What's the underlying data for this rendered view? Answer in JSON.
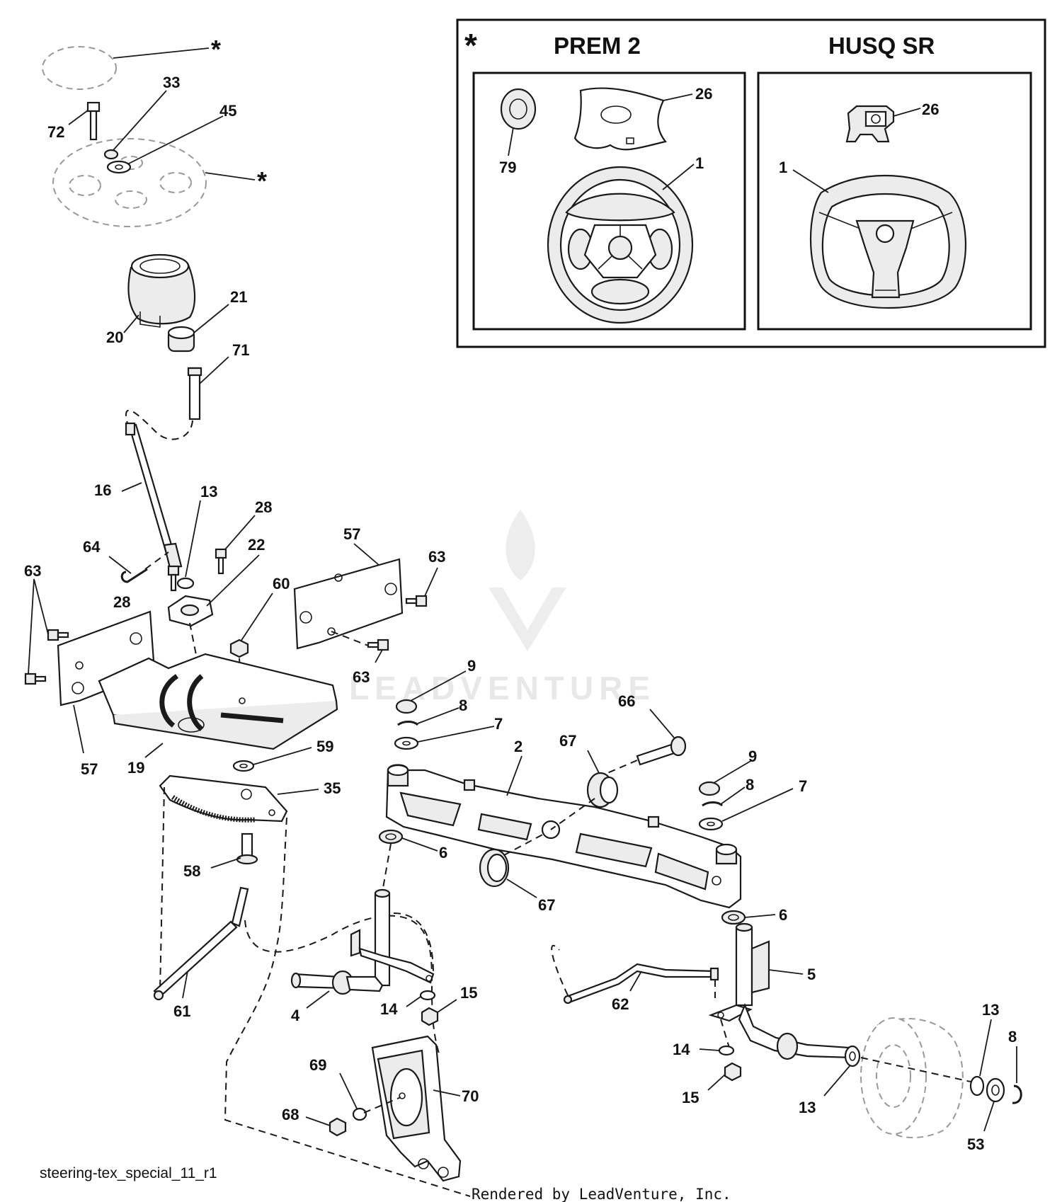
{
  "inset": {
    "marker": "*",
    "left_title": "PREM 2",
    "right_title": "HUSQ SR"
  },
  "labels": {
    "star_cap": "*",
    "star_wheel": "*",
    "l72": "72",
    "l33": "33",
    "l45": "45",
    "l20": "20",
    "l21": "21",
    "l71": "71",
    "l16": "16",
    "l13a": "13",
    "l28a": "28",
    "l22": "22",
    "l64": "64",
    "l28b": "28",
    "l60": "60",
    "l57a": "57",
    "l63a": "63",
    "l63b": "63",
    "l63c": "63",
    "l57b": "57",
    "l19": "19",
    "l59": "59",
    "l35": "35",
    "l58": "58",
    "l61": "61",
    "l9a": "9",
    "l8a": "8",
    "l7a": "7",
    "l2": "2",
    "l66": "66",
    "l67a": "67",
    "l9b": "9",
    "l8b": "8",
    "l7b": "7",
    "l6a": "6",
    "l67b": "67",
    "l6b": "6",
    "l5": "5",
    "l4": "4",
    "l14a": "14",
    "l15a": "15",
    "l62": "62",
    "l13b": "13",
    "l8c": "8",
    "l14b": "14",
    "l15b": "15",
    "l13c": "13",
    "l53": "53",
    "l69": "69",
    "l70": "70",
    "l68": "68",
    "i79": "79",
    "i26a": "26",
    "i1a": "1",
    "i26b": "26",
    "i1b": "1"
  },
  "footer": {
    "diagram_id": "steering-tex_special_11_r1",
    "credit": "Rendered by LeadVenture, Inc."
  },
  "watermark": {
    "text": "LEADVENTURE"
  }
}
